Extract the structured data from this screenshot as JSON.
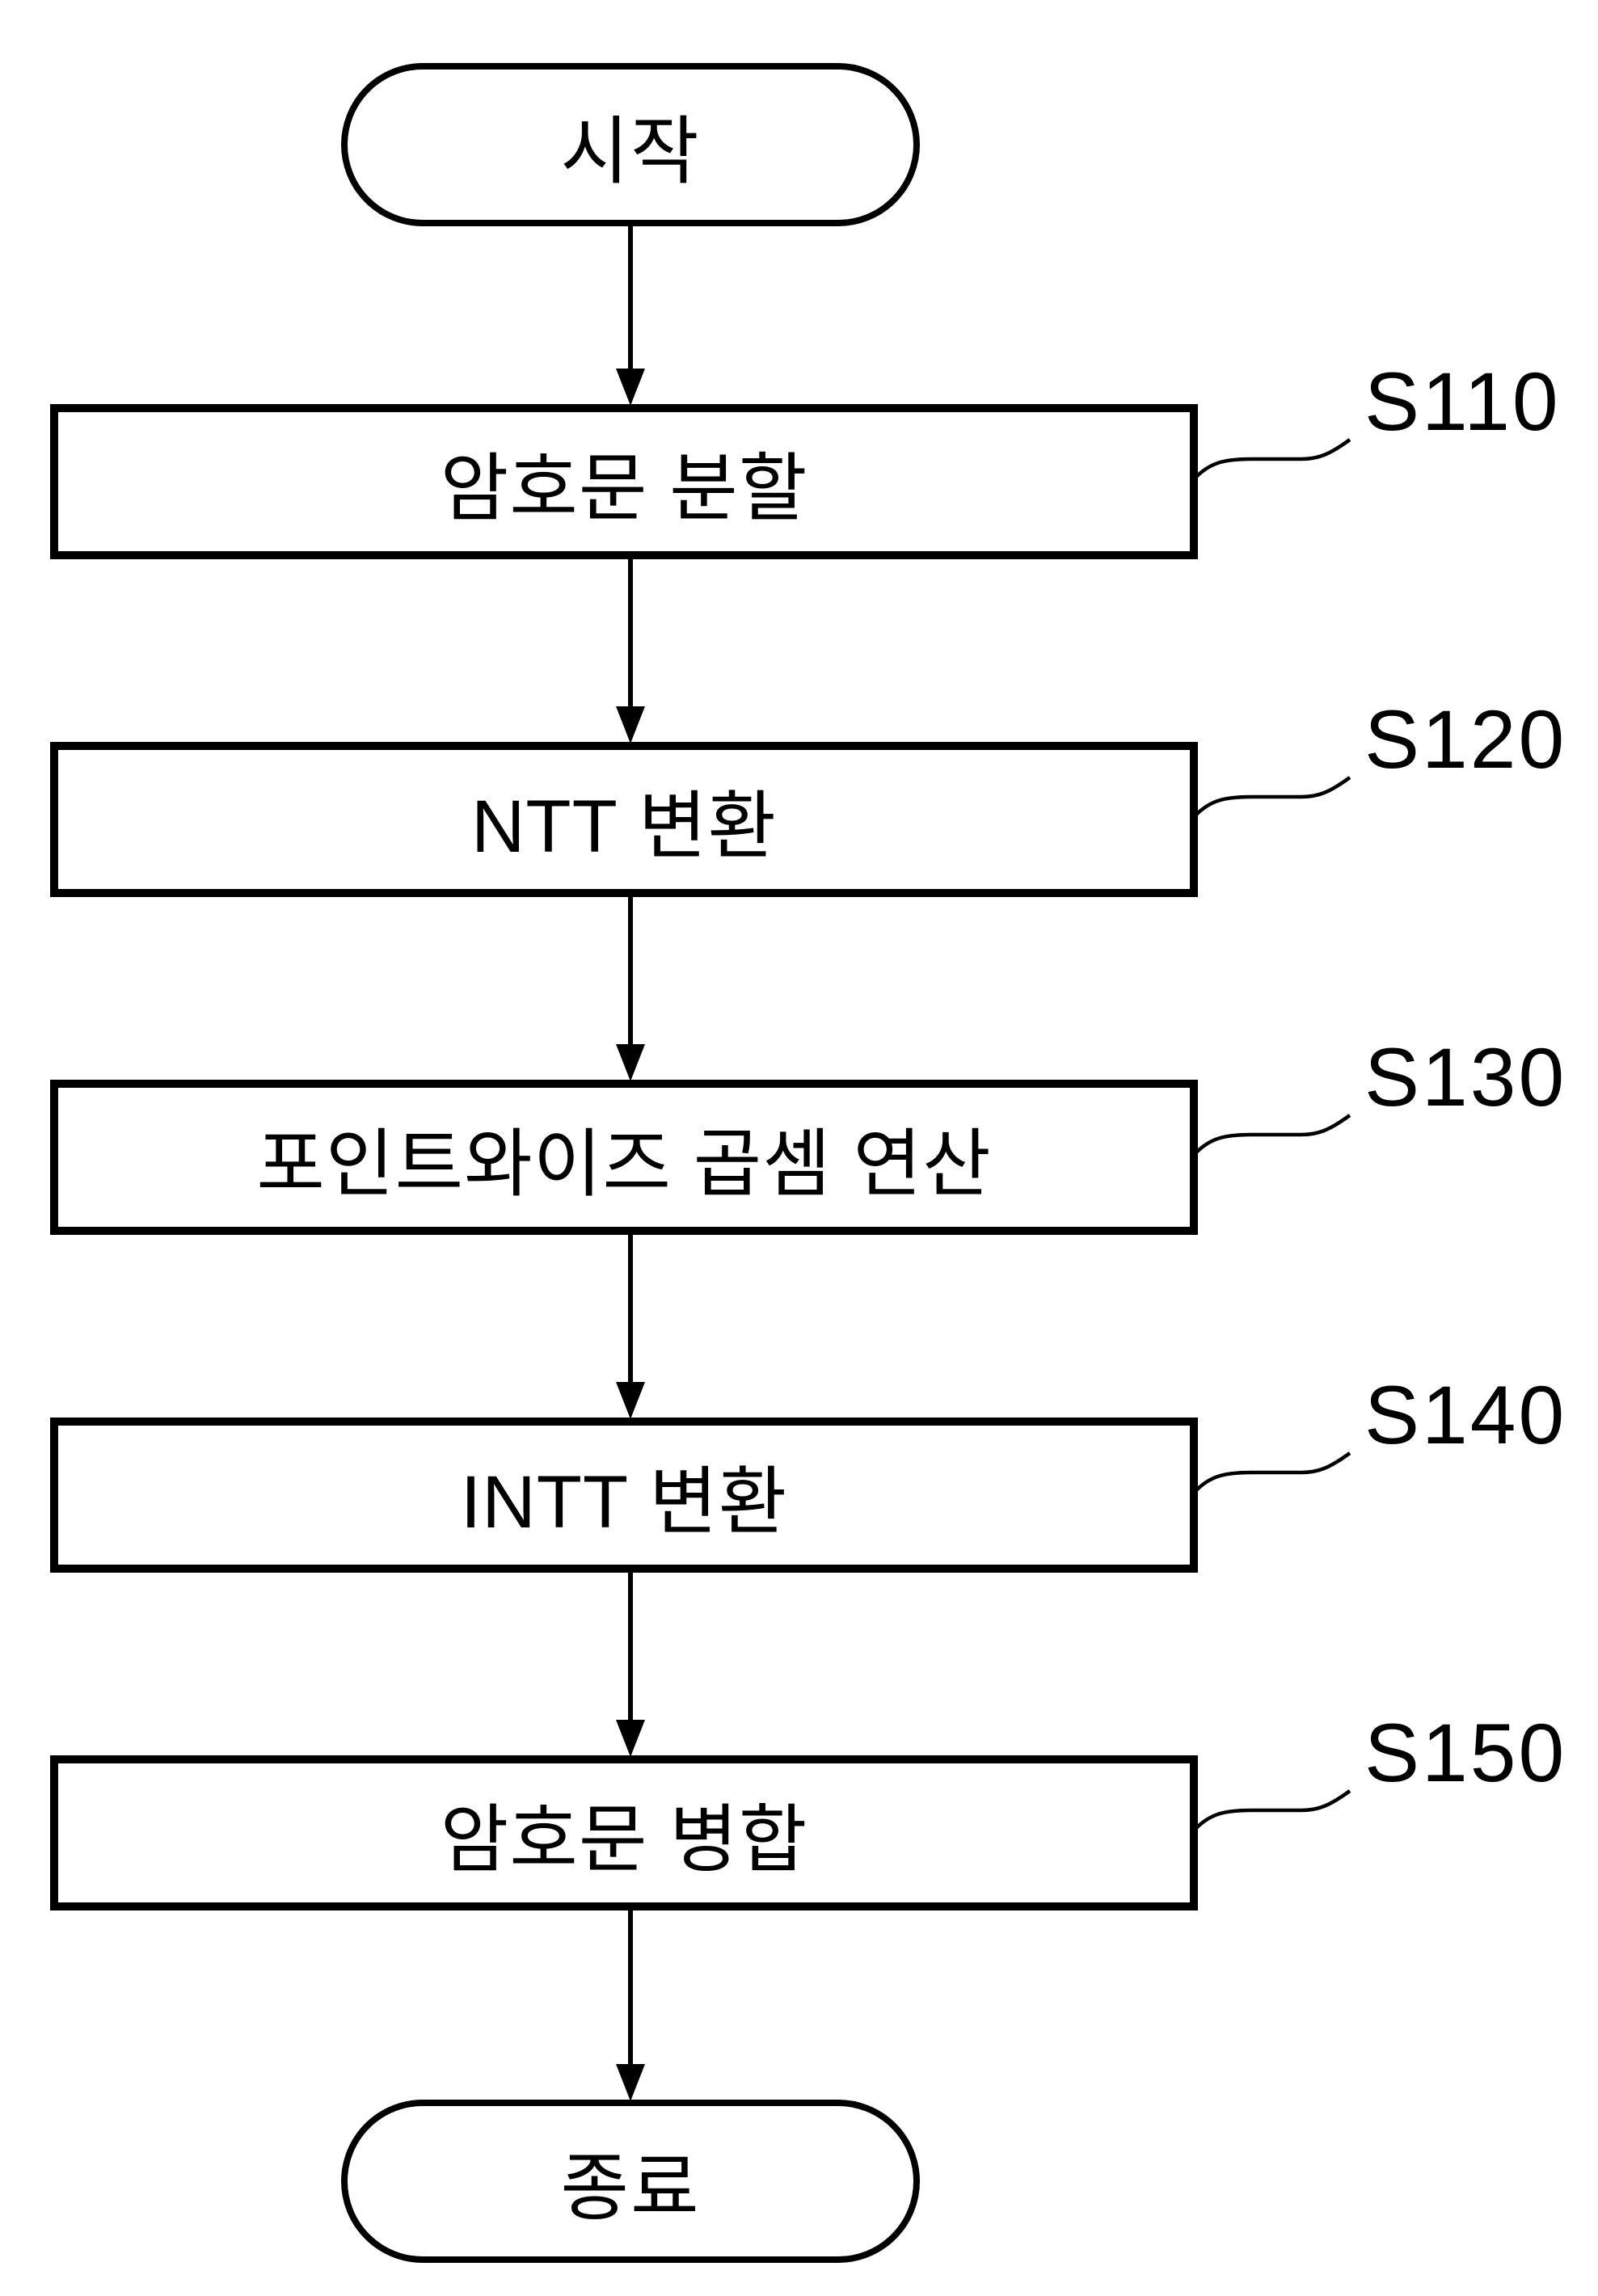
{
  "diagram": {
    "background_color": "#ffffff",
    "stroke_color": "#000000",
    "start_terminal": {
      "label": "시작"
    },
    "end_terminal": {
      "label": "종료"
    },
    "steps": [
      {
        "label": "암호문 분할",
        "tag": "S110"
      },
      {
        "label": "NTT 변환",
        "tag": "S120"
      },
      {
        "label": "포인트와이즈 곱셈 연산",
        "tag": "S130"
      },
      {
        "label": "INTT 변환",
        "tag": "S140"
      },
      {
        "label": "암호문 병합",
        "tag": "S150"
      }
    ]
  }
}
